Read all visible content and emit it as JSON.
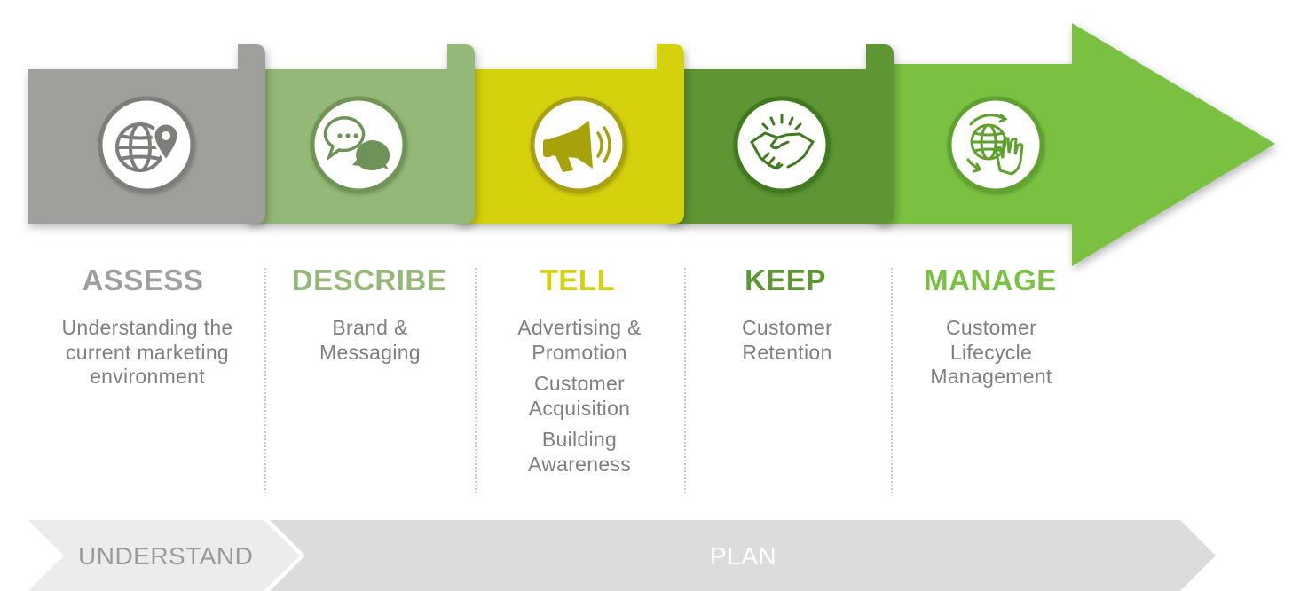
{
  "colors": {
    "assess": "#9f9f9b",
    "describe": "#93b877",
    "tell": "#d6d10c",
    "keep": "#5d9632",
    "manage": "#7ac143",
    "phase_understand": "#ececec",
    "phase_plan": "#dcdcdc",
    "phase_understand_text": "#9a9a9a",
    "phase_plan_text": "#ffffff",
    "description_text": "#7f7f7f"
  },
  "stages": [
    {
      "id": "assess",
      "title": "ASSESS",
      "icon": "globe-location-pin-icon",
      "description": [
        "Understanding the",
        "current marketing",
        "environment"
      ]
    },
    {
      "id": "describe",
      "title": "DESCRIBE",
      "icon": "chat-bubbles-icon",
      "description": [
        "Brand &",
        "Messaging"
      ]
    },
    {
      "id": "tell",
      "title": "TELL",
      "icon": "megaphone-icon",
      "description": [
        "Advertising &",
        "Promotion",
        "",
        "Customer",
        "Acquisition",
        "",
        "Building",
        "Awareness"
      ]
    },
    {
      "id": "keep",
      "title": "KEEP",
      "icon": "handshake-icon",
      "description": [
        "Customer",
        "Retention"
      ]
    },
    {
      "id": "manage",
      "title": "MANAGE",
      "icon": "globe-hand-cycle-icon",
      "description": [
        "Customer",
        "Lifecycle",
        "Management"
      ]
    }
  ],
  "phases": {
    "understand": "UNDERSTAND",
    "plan": "PLAN"
  }
}
